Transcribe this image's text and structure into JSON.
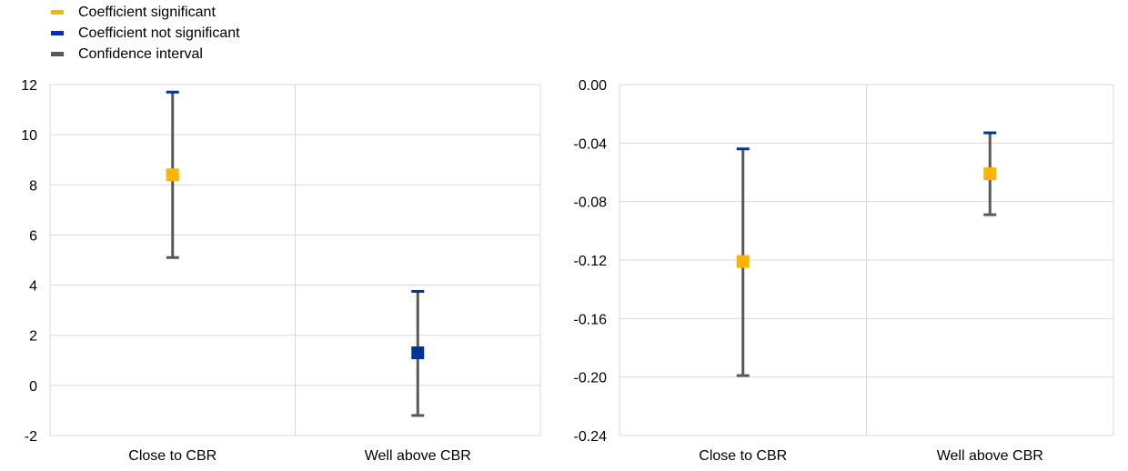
{
  "legend": [
    {
      "label": "Coefficient significant",
      "color": "#FFB400"
    },
    {
      "label": "Coefficient not significant",
      "color": "#003299"
    },
    {
      "label": "Confidence interval",
      "color": "#595959"
    }
  ],
  "chart_data": [
    {
      "type": "scatter",
      "subtype": "point_with_error_bars",
      "categories": [
        "Close to CBR",
        "Well above CBR"
      ],
      "points": [
        {
          "category": "Close to CBR",
          "value": 8.4,
          "lower": 5.1,
          "upper": 11.7,
          "significant": true
        },
        {
          "category": "Well above CBR",
          "value": 1.3,
          "lower": -1.2,
          "upper": 3.75,
          "significant": false
        }
      ],
      "ylim": [
        -2,
        12
      ],
      "yticks": [
        "12",
        "10",
        "8",
        "6",
        "4",
        "2",
        "0",
        "-2"
      ],
      "ytick_values": [
        12,
        10,
        8,
        6,
        4,
        2,
        0,
        -2
      ],
      "grid": true
    },
    {
      "type": "scatter",
      "subtype": "point_with_error_bars",
      "categories": [
        "Close to CBR",
        "Well above CBR"
      ],
      "points": [
        {
          "category": "Close to CBR",
          "value": -0.121,
          "lower": -0.199,
          "upper": -0.044,
          "significant": true
        },
        {
          "category": "Well above CBR",
          "value": -0.061,
          "lower": -0.089,
          "upper": -0.033,
          "significant": true
        }
      ],
      "ylim": [
        -0.24,
        0.0
      ],
      "yticks": [
        "0.00",
        "-0.04",
        "-0.08",
        "-0.12",
        "-0.16",
        "-0.20",
        "-0.24"
      ],
      "ytick_values": [
        0.0,
        -0.04,
        -0.08,
        -0.12,
        -0.16,
        -0.2,
        -0.24
      ],
      "grid": true
    }
  ]
}
